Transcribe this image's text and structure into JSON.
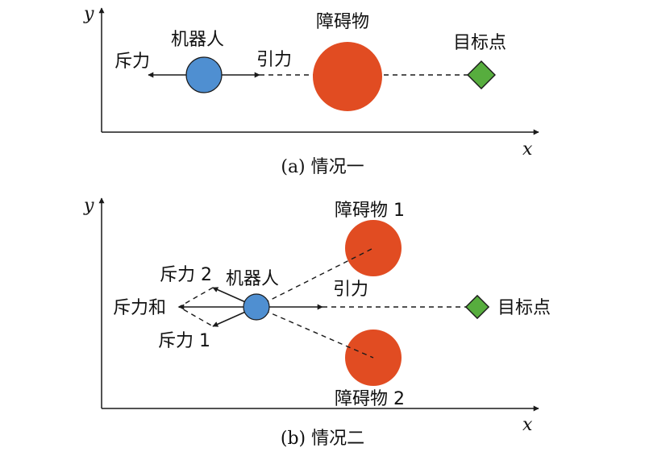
{
  "colors": {
    "robot": "#4f8fd1",
    "obstacle": "#e14c22",
    "target": "#57ad3e",
    "line": "#1a1a1a"
  },
  "icons": {
    "robot": "circle",
    "obstacle": "circle",
    "target": "diamond"
  },
  "panel_a": {
    "caption": "(a) 情况一",
    "y_axis_label": "y",
    "x_axis_label": "x",
    "robot_label": "机器人",
    "obstacle_label": "障碍物",
    "target_label": "目标点",
    "repulsive_label": "斥力",
    "attractive_label": "引力"
  },
  "panel_b": {
    "caption": "(b) 情况二",
    "y_axis_label": "y",
    "x_axis_label": "x",
    "robot_label": "机器人",
    "obstacle1_label": "障碍物 1",
    "obstacle2_label": "障碍物 2",
    "target_label": "目标点",
    "repulsive1_label": "斥力 1",
    "repulsive2_label": "斥力 2",
    "repulsive_sum_label": "斥力和",
    "attractive_label": "引力"
  }
}
